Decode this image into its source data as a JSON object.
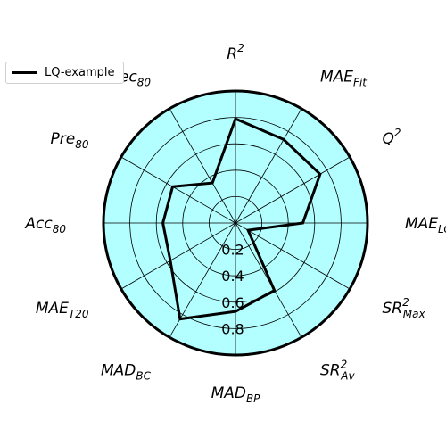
{
  "chart_data": {
    "type": "radar",
    "title": "",
    "axes": [
      {
        "base": "R",
        "sup": "2",
        "sub": ""
      },
      {
        "base": "MAE",
        "sup": "",
        "sub": "Fit"
      },
      {
        "base": "Q",
        "sup": "2",
        "sub": ""
      },
      {
        "base": "MAE",
        "sup": "",
        "sub": "LOO"
      },
      {
        "base": "SR",
        "sup": "2",
        "sub": "Max"
      },
      {
        "base": "SR",
        "sup": "2",
        "sub": "Av"
      },
      {
        "base": "MAD",
        "sup": "",
        "sub": "BP"
      },
      {
        "base": "MAD",
        "sup": "",
        "sub": "BC"
      },
      {
        "base": "MAE",
        "sup": "",
        "sub": "T20"
      },
      {
        "base": "Acc",
        "sup": "",
        "sub": "80"
      },
      {
        "base": "Pre",
        "sup": "",
        "sub": "80"
      },
      {
        "base": "Rec",
        "sup": "",
        "sub": "80"
      }
    ],
    "radial_ticks": [
      "0.2",
      "0.4",
      "0.6",
      "0.8"
    ],
    "radial_tick_values": [
      0.2,
      0.4,
      0.6,
      0.8
    ],
    "rlim": [
      0,
      1
    ],
    "grid": true,
    "legend_position": "top-left",
    "background_color": "#b3ffff",
    "series": [
      {
        "name": "LQ-example",
        "color": "#000000",
        "values": [
          0.79,
          0.73,
          0.74,
          0.51,
          0.11,
          0.59,
          0.67,
          0.84,
          0.57,
          0.55,
          0.55,
          0.35
        ]
      }
    ]
  }
}
